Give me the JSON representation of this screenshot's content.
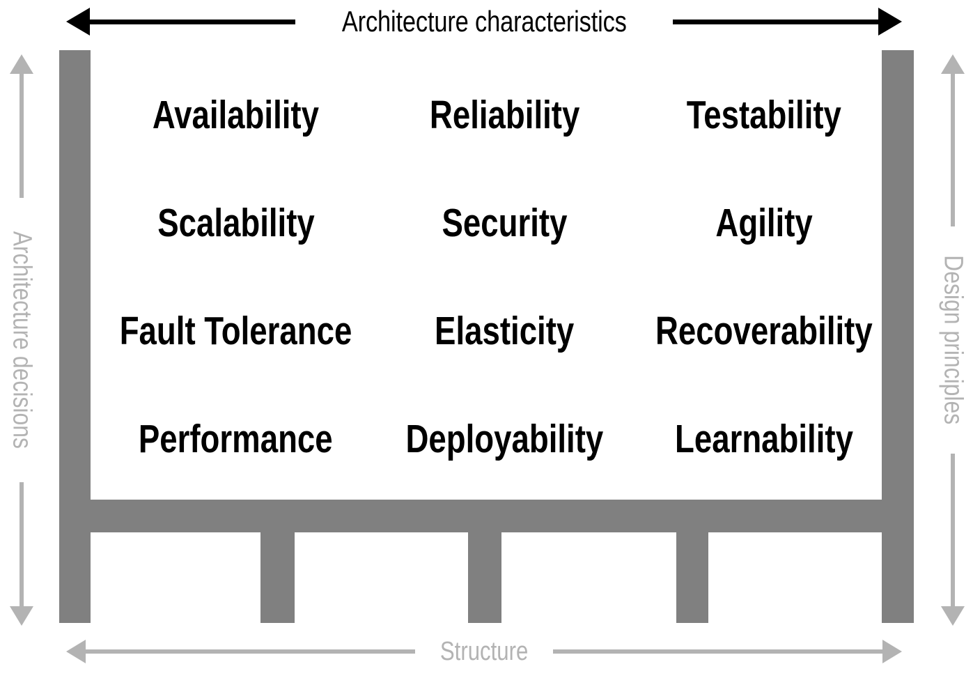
{
  "diagram": {
    "title_top": "Architecture characteristics",
    "title_bottom": "Structure",
    "title_left": "Architecture decisions",
    "title_right": "Design principles",
    "colors": {
      "structure_gray": "#808080",
      "axis_gray": "#b3b3b3",
      "text_black": "#000000",
      "background": "#ffffff"
    },
    "characteristics": [
      "Availability",
      "Reliability",
      "Testability",
      "Scalability",
      "Security",
      "Agility",
      "Fault Tolerance",
      "Elasticity",
      "Recoverability",
      "Performance",
      "Deployability",
      "Learnability"
    ],
    "grid": {
      "columns": 3,
      "rows": 4
    },
    "structure_parts": {
      "outer_pillar_left": "outer-pillar-left",
      "outer_pillar_right": "outer-pillar-right",
      "beam": "horizontal-beam",
      "inner_pillar_1": "inner-pillar-1",
      "inner_pillar_2": "inner-pillar-2",
      "inner_pillar_3": "inner-pillar-3"
    }
  }
}
